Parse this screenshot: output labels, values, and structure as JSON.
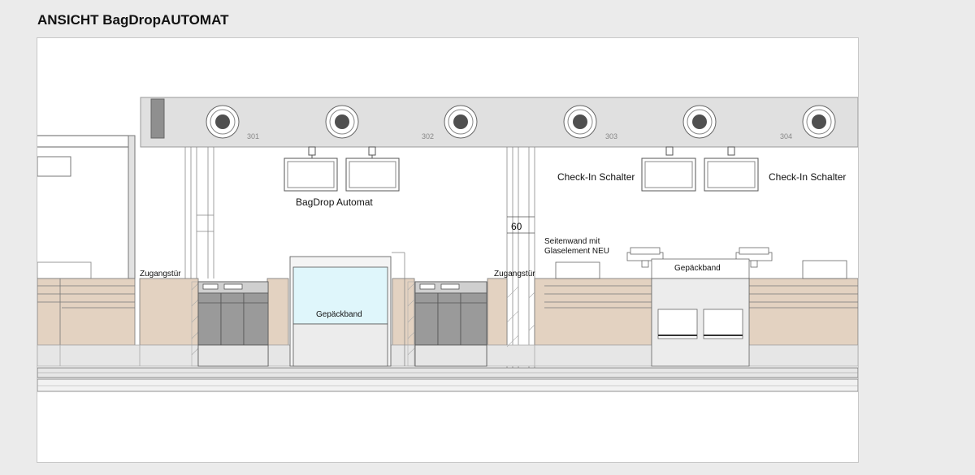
{
  "title": "ANSICHT BagDropAUTOMAT",
  "labels": {
    "zone_301": "301",
    "zone_302": "302",
    "zone_303": "303",
    "zone_304": "304",
    "bagdrop_automat": "BagDrop Automat",
    "checkin_left": "Check-In Schalter",
    "checkin_right": "Check-In Schalter",
    "dimension_60": "60",
    "sidewall_line1": "Seitenwand mit",
    "sidewall_line2": "Glaselement NEU",
    "zugangstuer_left": "Zugangstür",
    "zugangstuer_right": "Zugangstür",
    "gepaeckband_center": "Gepäckband",
    "gepaeckband_right": "Gepäckband"
  },
  "colors": {
    "counter_beige": "#e3d2c1",
    "lower_band": "#e6e6e6",
    "machine_grey": "#9a9a9a",
    "glass_cyan": "#dff6fb",
    "beam_grey": "#e0e0e0",
    "line": "#555555"
  }
}
